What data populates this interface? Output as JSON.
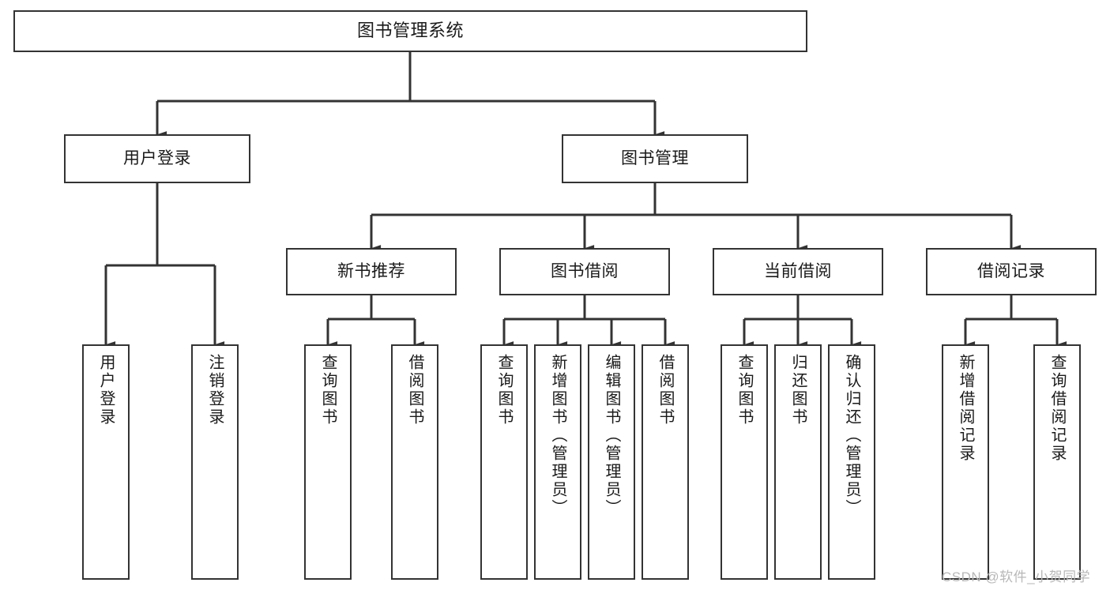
{
  "diagram": {
    "type": "tree-hierarchy",
    "title": "图书管理系统",
    "root": {
      "id": "root",
      "label": "图书管理系统"
    },
    "level2": [
      {
        "id": "user-login",
        "label": "用户登录"
      },
      {
        "id": "book-manage",
        "label": "图书管理"
      }
    ],
    "level3": [
      {
        "id": "new-book-rec",
        "label": "新书推荐",
        "parent": "book-manage"
      },
      {
        "id": "book-borrow",
        "label": "图书借阅",
        "parent": "book-manage"
      },
      {
        "id": "current-borrow",
        "label": "当前借阅",
        "parent": "book-manage"
      },
      {
        "id": "borrow-record",
        "label": "借阅记录",
        "parent": "book-manage"
      }
    ],
    "leaves": [
      {
        "id": "leaf-user-login",
        "label": "用户登录",
        "parent": "user-login"
      },
      {
        "id": "leaf-logout",
        "label": "注销登录",
        "parent": "user-login"
      },
      {
        "id": "leaf-query-book-1",
        "label": "查询图书",
        "parent": "new-book-rec"
      },
      {
        "id": "leaf-borrow-book-1",
        "label": "借阅图书",
        "parent": "new-book-rec"
      },
      {
        "id": "leaf-query-book-2",
        "label": "查询图书",
        "parent": "book-borrow"
      },
      {
        "id": "leaf-add-book",
        "label": "新增图书（管理员）",
        "parent": "book-borrow"
      },
      {
        "id": "leaf-edit-book",
        "label": "编辑图书（管理员）",
        "parent": "book-borrow"
      },
      {
        "id": "leaf-borrow-book-2",
        "label": "借阅图书",
        "parent": "book-borrow"
      },
      {
        "id": "leaf-query-book-3",
        "label": "查询图书",
        "parent": "current-borrow"
      },
      {
        "id": "leaf-return-book",
        "label": "归还图书",
        "parent": "current-borrow"
      },
      {
        "id": "leaf-confirm-return",
        "label": "确认归还（管理员）",
        "parent": "current-borrow"
      },
      {
        "id": "leaf-add-record",
        "label": "新增借阅记录",
        "parent": "borrow-record"
      },
      {
        "id": "leaf-query-record",
        "label": "查询借阅记录",
        "parent": "borrow-record"
      }
    ],
    "colors": {
      "stroke": "#333333",
      "background": "#ffffff",
      "text": "#1a1a1a",
      "watermark": "#b8b8b8"
    }
  },
  "watermark": {
    "text": "CSDN @软件_小贺同学"
  }
}
